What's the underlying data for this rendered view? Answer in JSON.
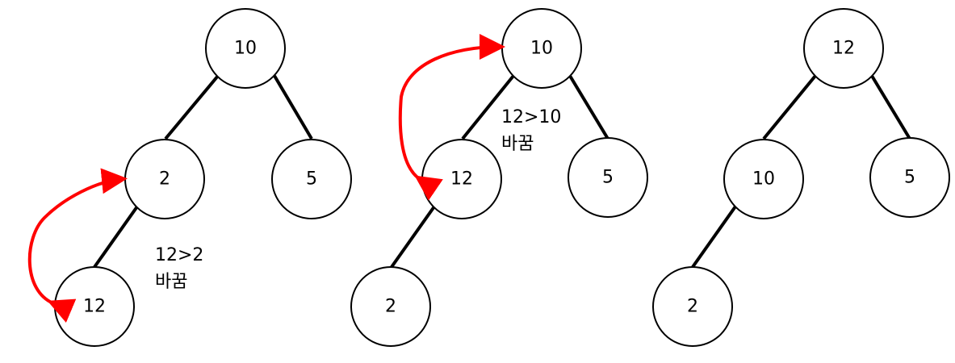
{
  "accent_color": "#ff0000",
  "steps": [
    {
      "nodes": [
        "10",
        "2",
        "5",
        "12"
      ],
      "note": {
        "line1": "12>2",
        "line2": "바꿈"
      }
    },
    {
      "nodes": [
        "10",
        "12",
        "5",
        "2"
      ],
      "note": {
        "line1": "12>10",
        "line2": "바꿈"
      }
    },
    {
      "nodes": [
        "12",
        "10",
        "5",
        "2"
      ]
    }
  ]
}
